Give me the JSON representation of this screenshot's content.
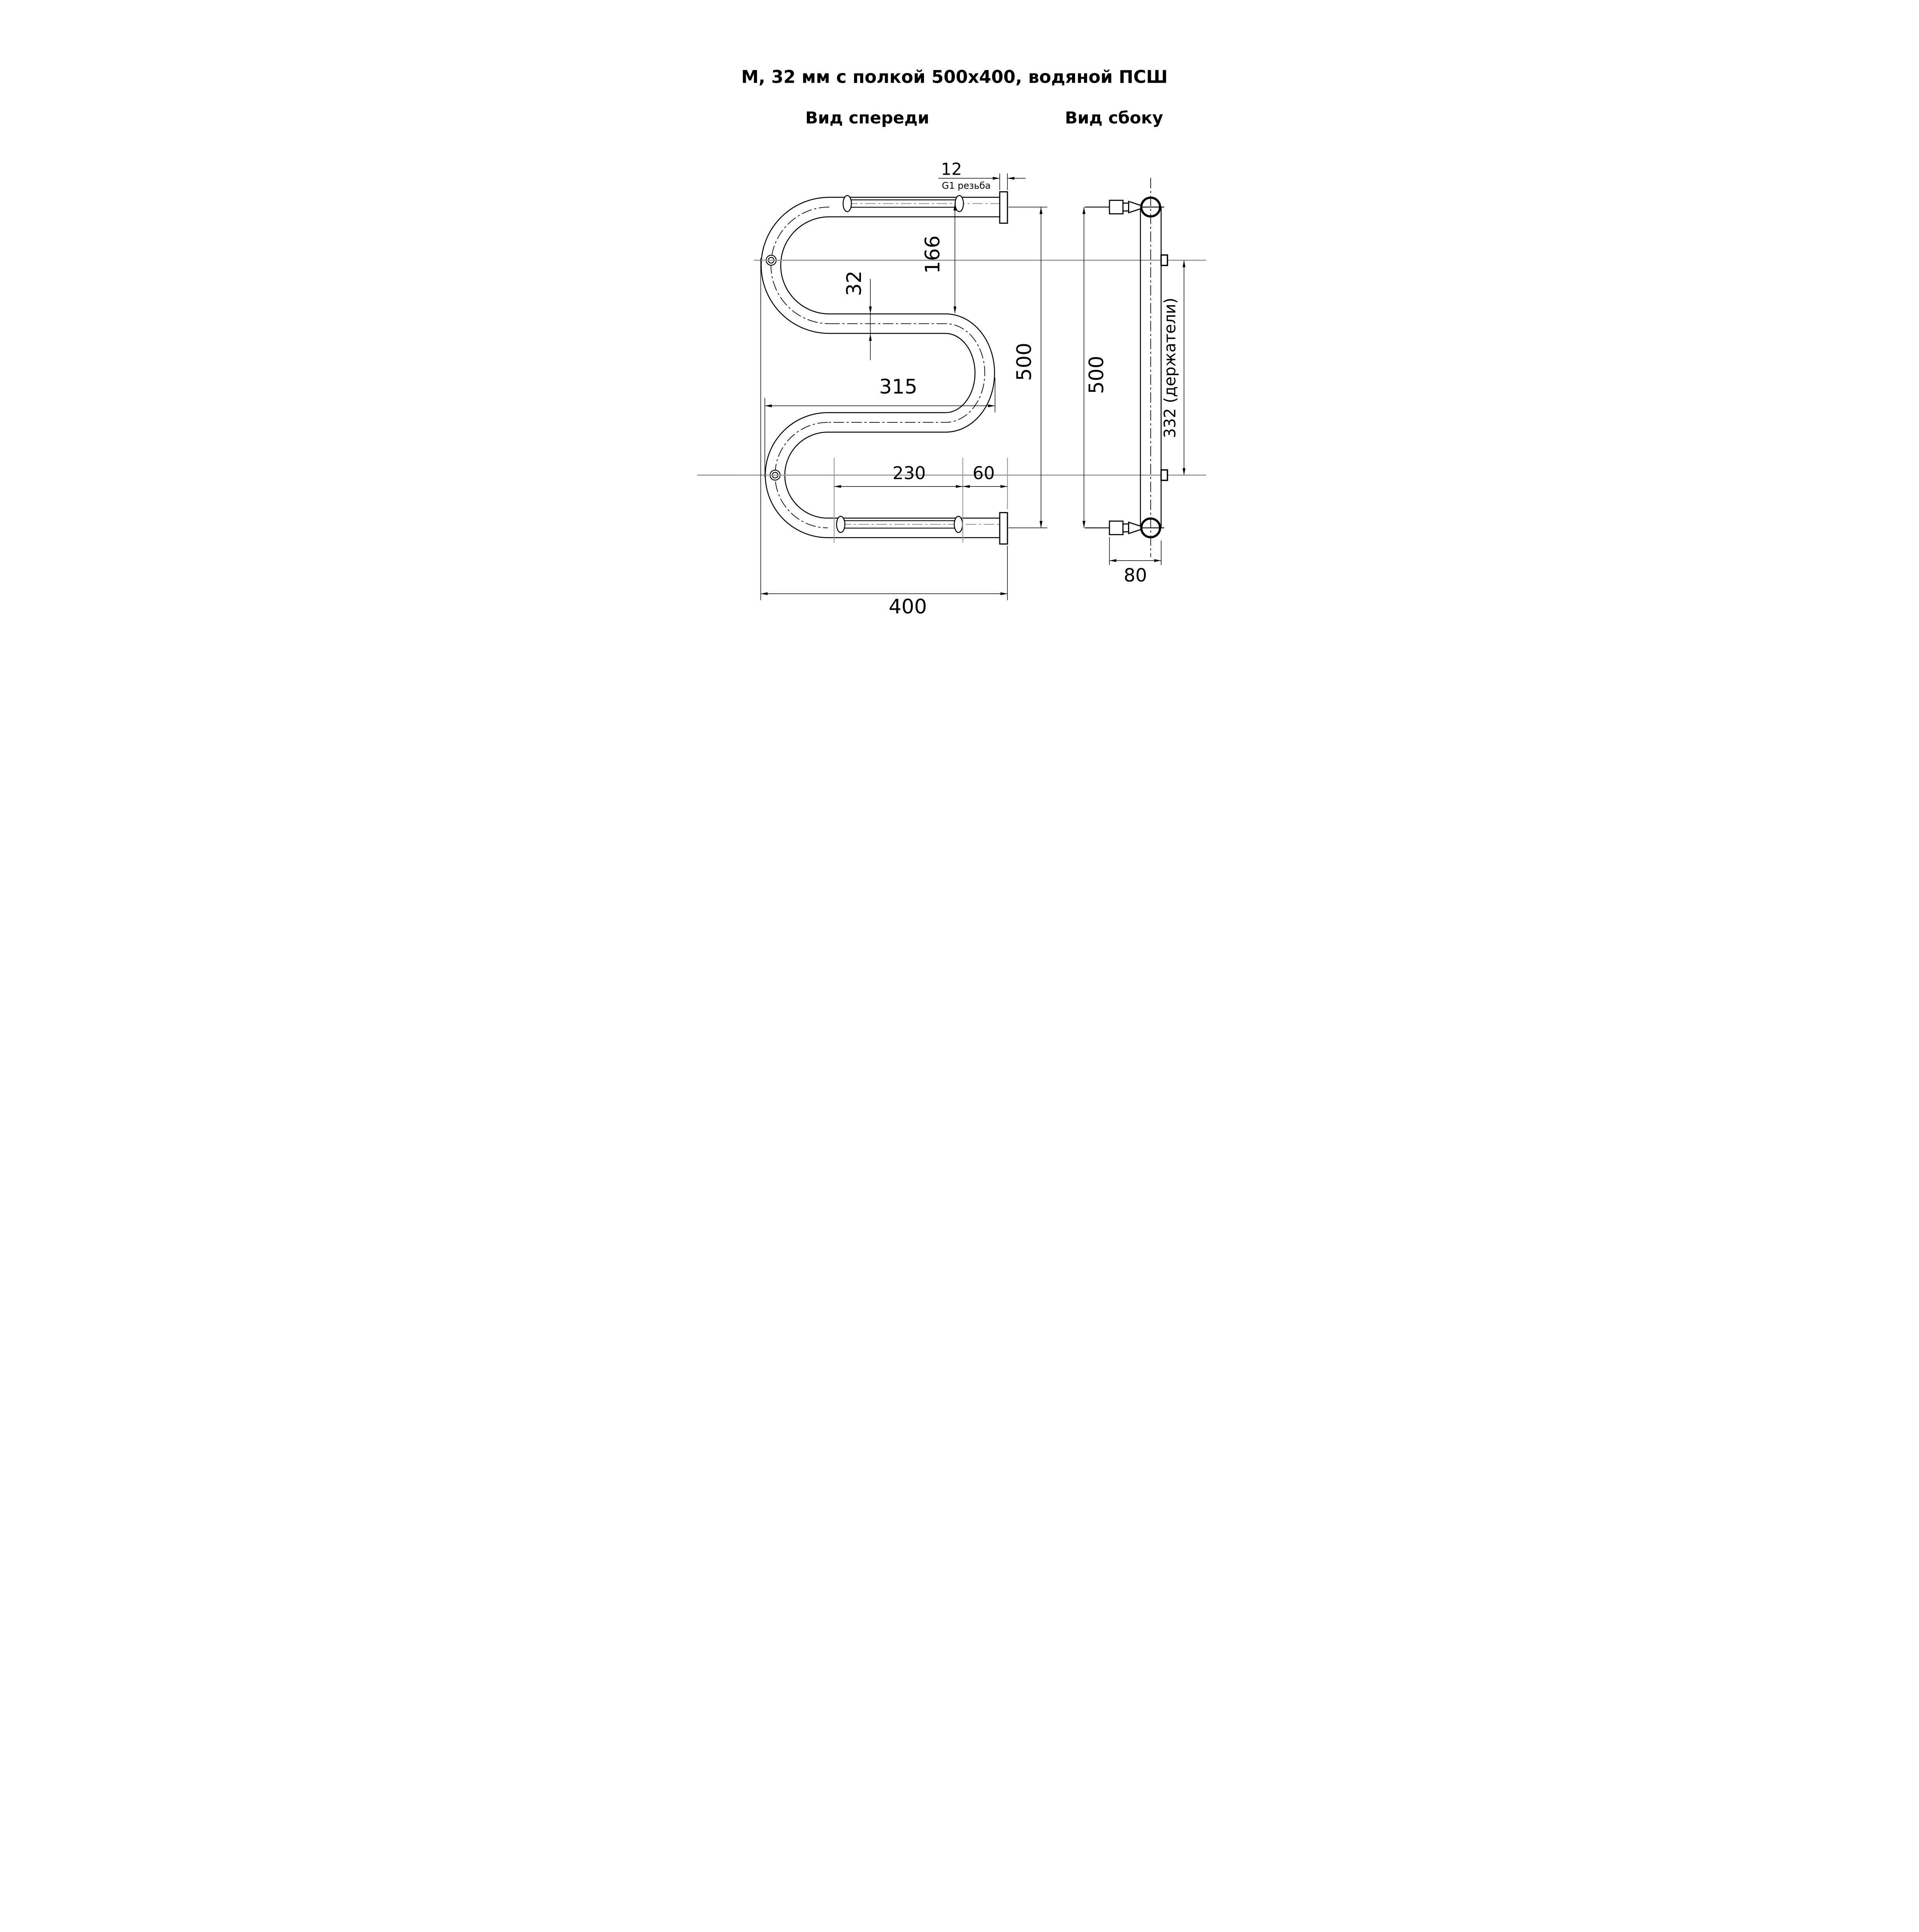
{
  "title": "М, 32 мм с полкой 500х400, водяной ПСШ",
  "views": {
    "front_label": "Вид спереди",
    "side_label": "Вид сбоку"
  },
  "dimensions": {
    "thread_length": "12",
    "thread_note": "G1 резьба",
    "drop_to_second_tube": "166",
    "pipe_diameter": "32",
    "height": "500",
    "curve_width": "315",
    "shelf_span": "230",
    "shelf_to_wall": "60",
    "width": "400",
    "side_height": "500",
    "holders_span": "332 (держатели)",
    "wall_offset": "80"
  },
  "colors": {
    "line": "#000000",
    "construction": "#9b9b9b",
    "bg": "#ffffff"
  }
}
